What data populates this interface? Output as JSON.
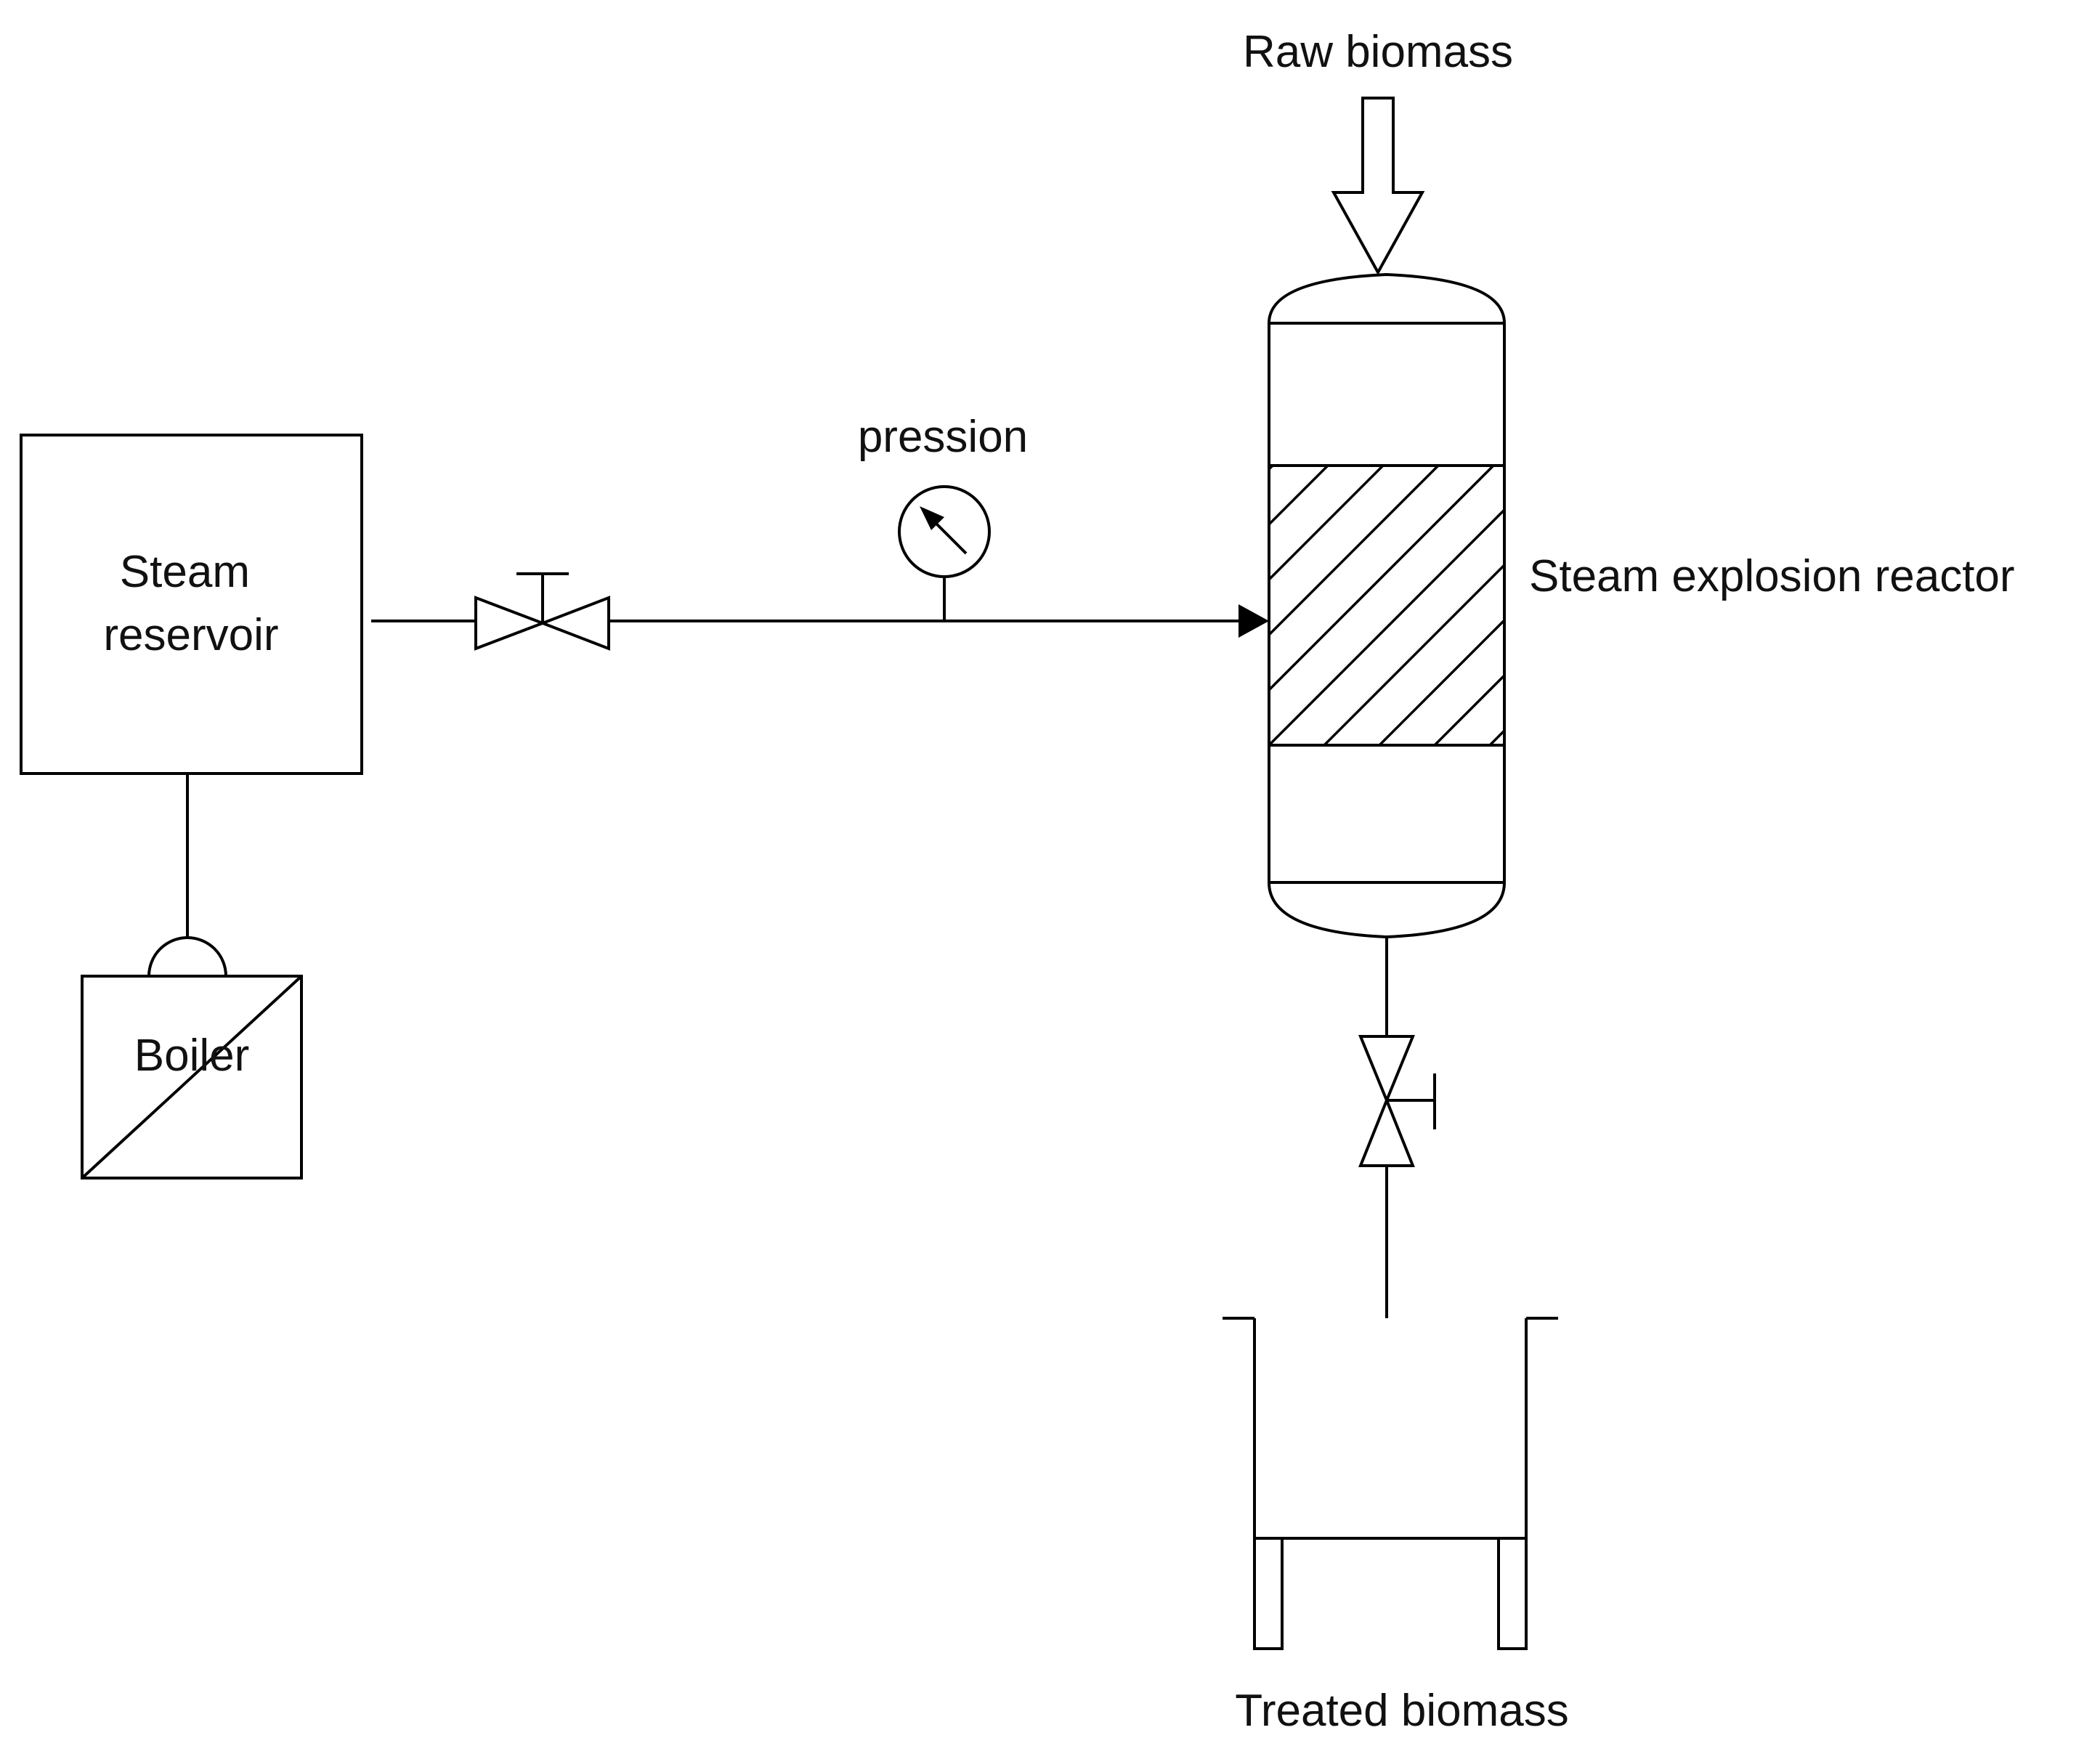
{
  "labels": {
    "raw_biomass": "Raw biomass",
    "pression": "pression",
    "steam_reservoir_line1": "Steam",
    "steam_reservoir_line2": "reservoir",
    "steam_explosion_reactor": "Steam explosion reactor",
    "boiler": "Boiler",
    "treated_biomass": "Treated biomass"
  },
  "icons": {
    "feed_arrow": "down-arrow-icon",
    "valve": "gate-valve-icon",
    "gauge": "pressure-gauge-icon",
    "flow_arrow": "arrowhead-icon"
  }
}
